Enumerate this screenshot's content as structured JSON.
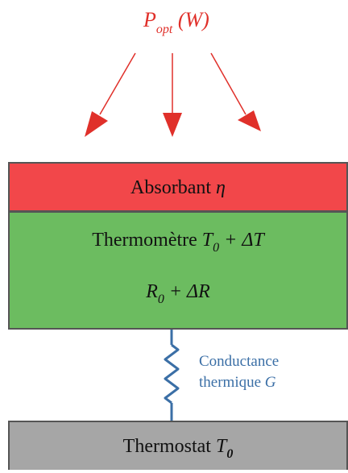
{
  "incident_power": {
    "symbol": "P",
    "subscript": "opt",
    "unit": "(W)"
  },
  "absorbant": {
    "label": "Absorbant",
    "symbol": "η"
  },
  "thermometre": {
    "label": "Thermomètre",
    "temp_symbol": "T",
    "temp_subscript": "0",
    "temp_delta": "+ ΔT",
    "resistance_symbol": "R",
    "resistance_subscript": "0",
    "resistance_delta": "+ ΔR"
  },
  "conductance": {
    "line1": "Conductance",
    "line2_text": "thermique",
    "line2_symbol": "G"
  },
  "thermostat": {
    "label": "Thermostat",
    "temp_symbol": "T",
    "temp_subscript": "0"
  },
  "colors": {
    "arrow": "#e0302a",
    "absorbant_fill": "#f2474a",
    "thermometre_fill": "#6cbc60",
    "thermostat_fill": "#a6a6a6",
    "link": "#3b6fa6"
  }
}
